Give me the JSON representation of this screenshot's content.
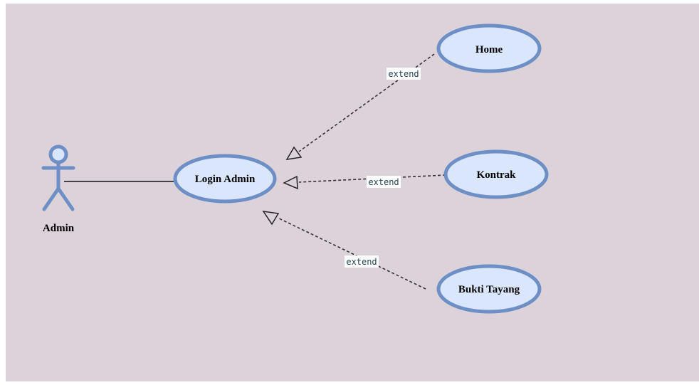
{
  "diagram": {
    "colors": {
      "background": "#dcd2da",
      "usecase_fill": "#dae6fb",
      "usecase_stroke": "#6e8fc5",
      "actor_stroke": "#6e8fc5",
      "line": "#333333"
    },
    "actor": {
      "label": "Admin",
      "icon": "stick-figure-icon"
    },
    "usecases": {
      "login": "Login Admin",
      "home": "Home",
      "kontrak": "Kontrak",
      "bukti": "Bukti Tayang"
    },
    "relations": {
      "home_extend": "extend",
      "kontrak_extend": "extend",
      "bukti_extend": "extend"
    }
  }
}
